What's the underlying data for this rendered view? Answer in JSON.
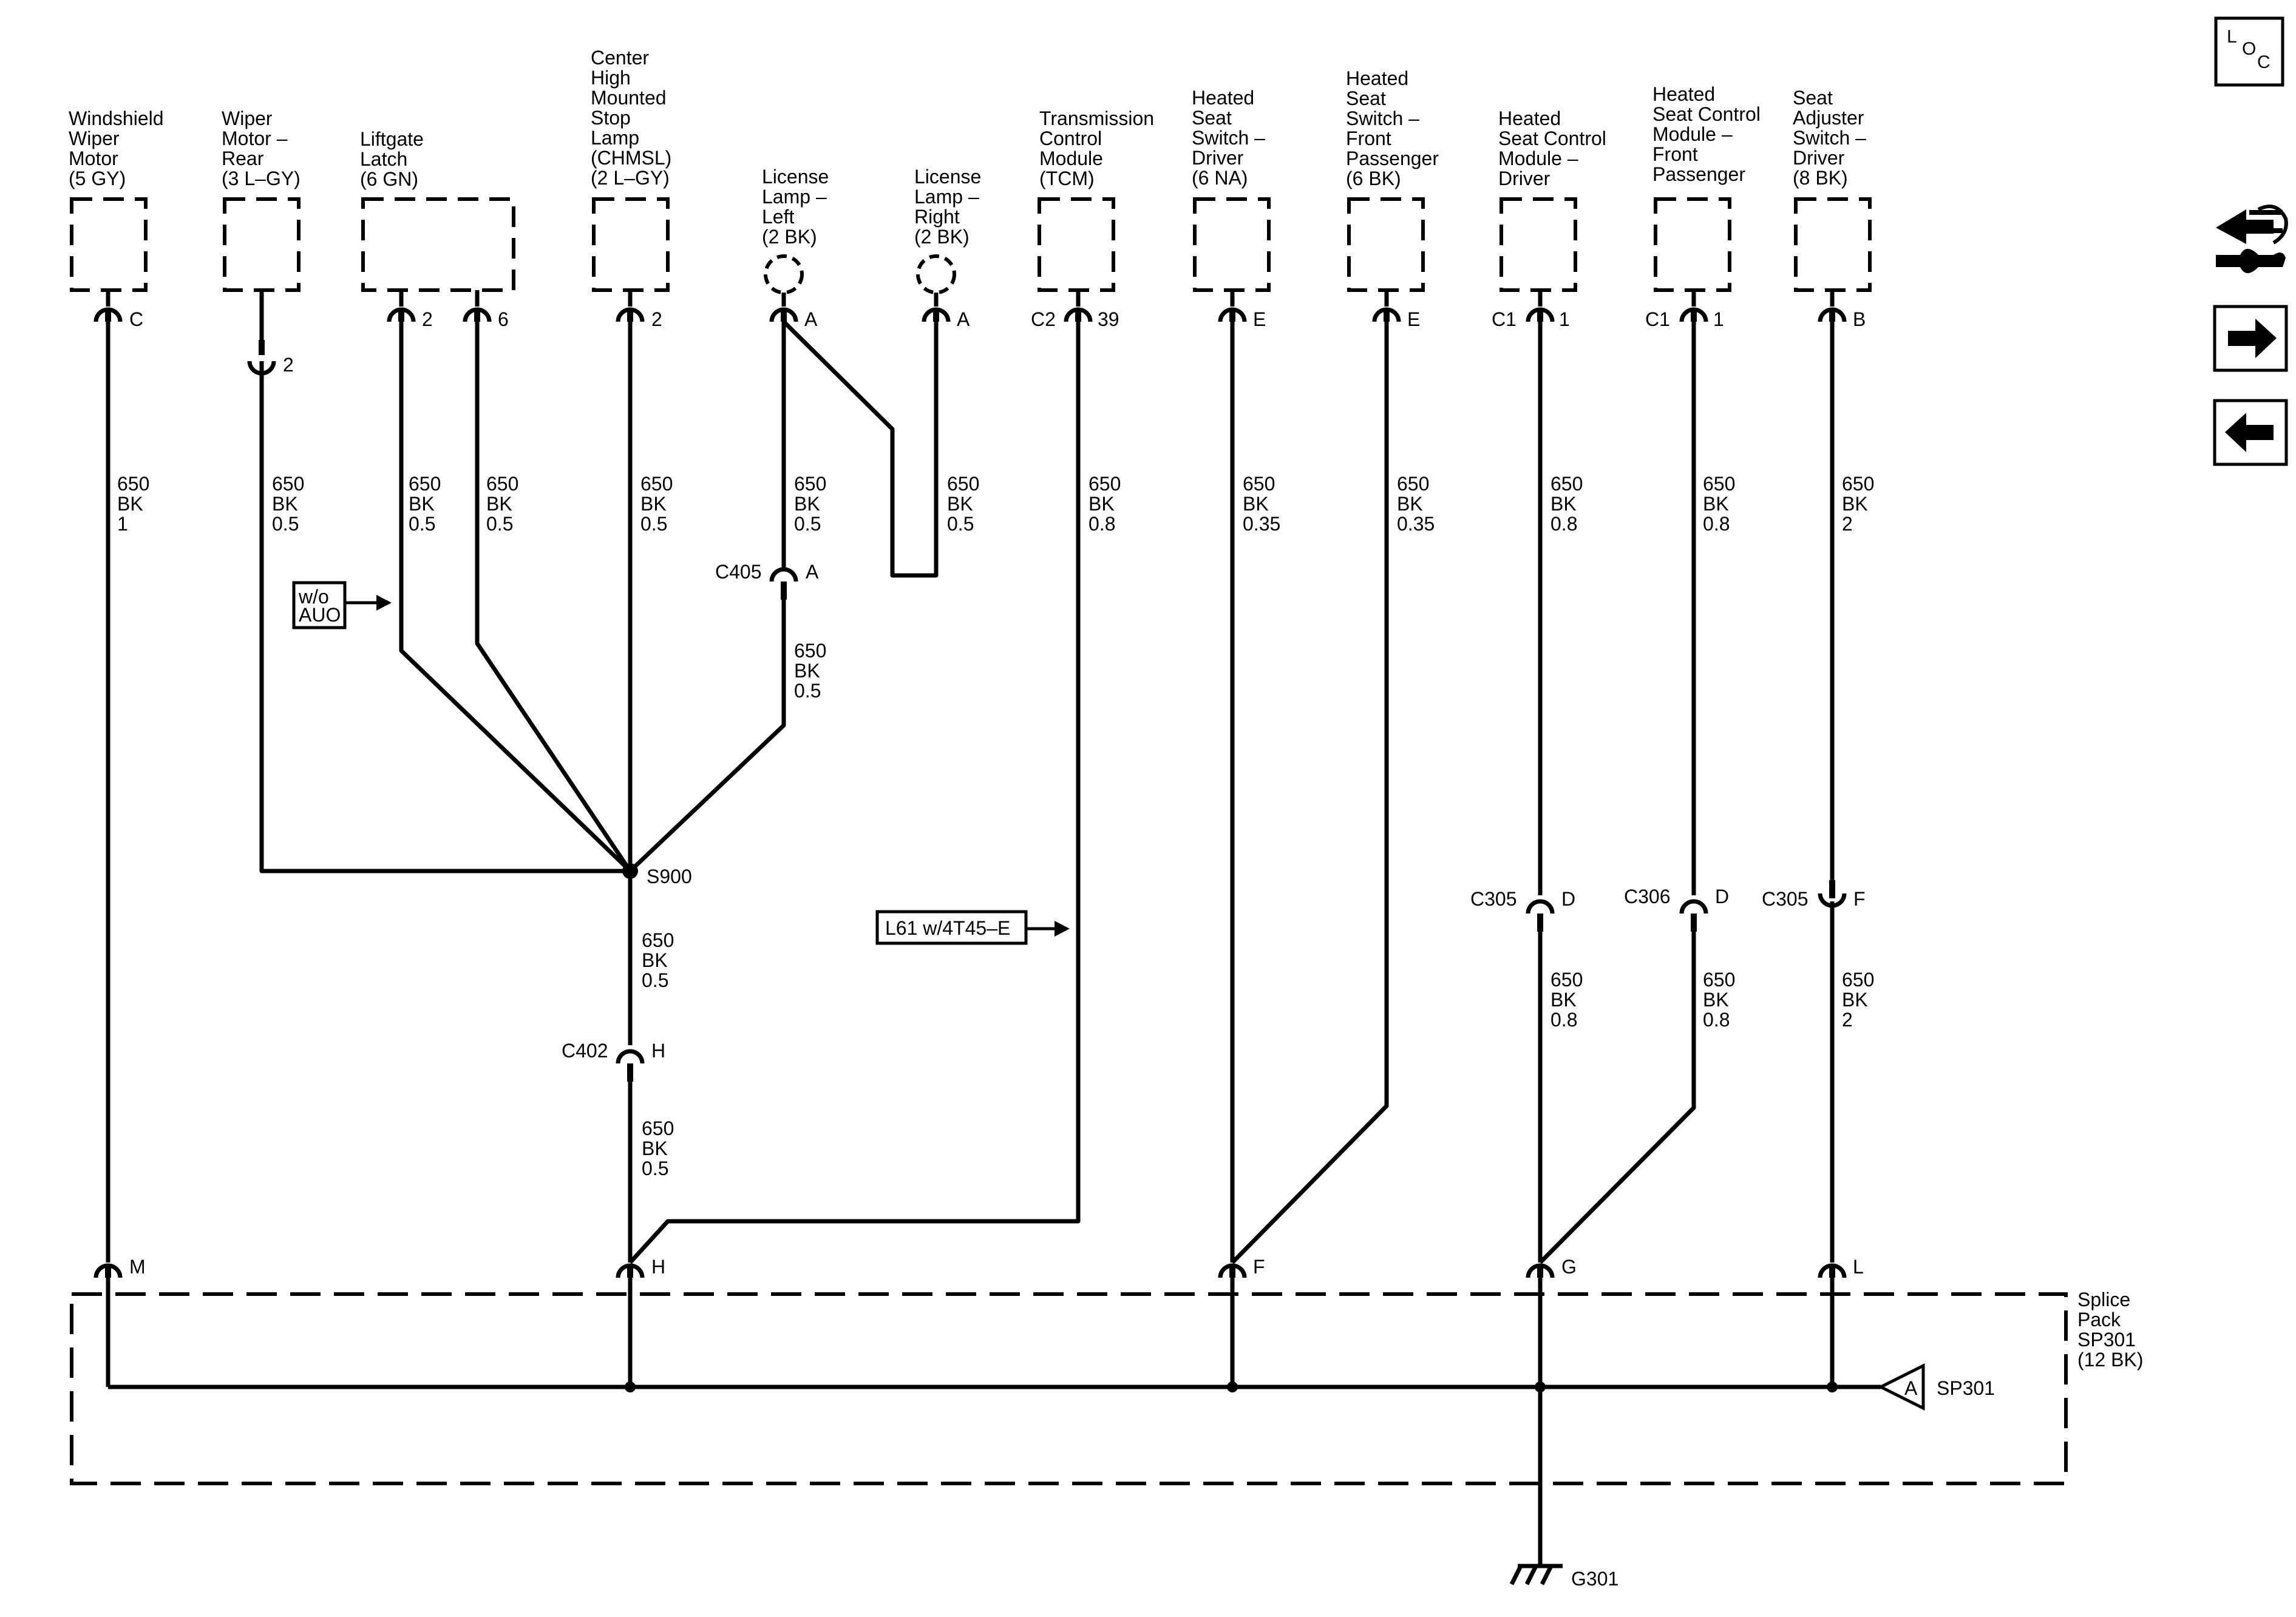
{
  "components": [
    {
      "id": "c0",
      "lines": [
        "Windshield",
        "Wiper",
        "Motor",
        "(5 GY)"
      ]
    },
    {
      "id": "c1",
      "lines": [
        "Wiper",
        "Motor –",
        "Rear",
        "(3 L–GY)"
      ]
    },
    {
      "id": "c2",
      "lines": [
        "Liftgate",
        "Latch",
        "(6 GN)"
      ]
    },
    {
      "id": "c3",
      "lines": [
        "Center",
        "High",
        "Mounted",
        "Stop",
        "Lamp",
        "(CHMSL)",
        "(2 L–GY)"
      ]
    },
    {
      "id": "c4",
      "lines": [
        "License",
        "Lamp –",
        "Left",
        "(2 BK)"
      ]
    },
    {
      "id": "c5",
      "lines": [
        "License",
        "Lamp –",
        "Right",
        "(2 BK)"
      ]
    },
    {
      "id": "c6",
      "lines": [
        "Transmission",
        "Control",
        "Module",
        "(TCM)"
      ]
    },
    {
      "id": "c7",
      "lines": [
        "Heated",
        "Seat",
        "Switch –",
        "Driver",
        "(6 NA)"
      ]
    },
    {
      "id": "c8",
      "lines": [
        "Heated",
        "Seat",
        "Switch –",
        "Front",
        "Passenger",
        "(6 BK)"
      ]
    },
    {
      "id": "c9",
      "lines": [
        "Heated",
        "Seat Control",
        "Module –",
        "Driver"
      ]
    },
    {
      "id": "c10",
      "lines": [
        "Heated",
        "Seat Control",
        "Module –",
        "Front",
        "Passenger"
      ]
    },
    {
      "id": "c11",
      "lines": [
        "Seat",
        "Adjuster",
        "Switch –",
        "Driver",
        "(8 BK)"
      ]
    }
  ],
  "pins": [
    {
      "id": "p0",
      "text": "C"
    },
    {
      "id": "p1",
      "text": "2"
    },
    {
      "id": "p2",
      "text": "2"
    },
    {
      "id": "p3",
      "text": "6"
    },
    {
      "id": "p4",
      "text": "2"
    },
    {
      "id": "p5",
      "text": "A"
    },
    {
      "id": "p6",
      "text": "A"
    },
    {
      "id": "p7",
      "text": "C2"
    },
    {
      "id": "p8",
      "text": "39"
    },
    {
      "id": "p9",
      "text": "E"
    },
    {
      "id": "p10",
      "text": "E"
    },
    {
      "id": "p11",
      "text": "C1"
    },
    {
      "id": "p12",
      "text": "1"
    },
    {
      "id": "p13",
      "text": "C1"
    },
    {
      "id": "p14",
      "text": "1"
    },
    {
      "id": "p15",
      "text": "B"
    }
  ],
  "wires": [
    {
      "id": "w0",
      "lines": [
        "650",
        "BK",
        "1"
      ]
    },
    {
      "id": "w1",
      "lines": [
        "650",
        "BK",
        "0.5"
      ]
    },
    {
      "id": "w2",
      "lines": [
        "650",
        "BK",
        "0.5"
      ]
    },
    {
      "id": "w3",
      "lines": [
        "650",
        "BK",
        "0.5"
      ]
    },
    {
      "id": "w4",
      "lines": [
        "650",
        "BK",
        "0.5"
      ]
    },
    {
      "id": "w5",
      "lines": [
        "650",
        "BK",
        "0.5"
      ]
    },
    {
      "id": "w6",
      "lines": [
        "650",
        "BK",
        "0.5"
      ]
    },
    {
      "id": "w7",
      "lines": [
        "650",
        "BK",
        "0.8"
      ]
    },
    {
      "id": "w8",
      "lines": [
        "650",
        "BK",
        "0.35"
      ]
    },
    {
      "id": "w9",
      "lines": [
        "650",
        "BK",
        "0.35"
      ]
    },
    {
      "id": "w10",
      "lines": [
        "650",
        "BK",
        "0.8"
      ]
    },
    {
      "id": "w11",
      "lines": [
        "650",
        "BK",
        "0.8"
      ]
    },
    {
      "id": "w12",
      "lines": [
        "650",
        "BK",
        "2"
      ]
    },
    {
      "id": "w13",
      "lines": [
        "650",
        "BK",
        "0.5"
      ]
    },
    {
      "id": "w14",
      "lines": [
        "650",
        "BK",
        "0.5"
      ]
    },
    {
      "id": "w15",
      "lines": [
        "650",
        "BK",
        "0.5"
      ]
    },
    {
      "id": "w16",
      "lines": [
        "650",
        "BK",
        "0.8"
      ]
    },
    {
      "id": "w17",
      "lines": [
        "650",
        "BK",
        "0.8"
      ]
    },
    {
      "id": "w18",
      "lines": [
        "650",
        "BK",
        "2"
      ]
    }
  ],
  "connectors": [
    {
      "id": "k0",
      "name": "C405",
      "pin": "A"
    },
    {
      "id": "k1",
      "name": "C402",
      "pin": "H"
    },
    {
      "id": "k2",
      "name": "C305",
      "pin": "D"
    },
    {
      "id": "k3",
      "name": "C306",
      "pin": "D"
    },
    {
      "id": "k4",
      "name": "C305",
      "pin": "F"
    }
  ],
  "splice": {
    "label": "S900"
  },
  "options": [
    {
      "id": "o0",
      "lines": [
        "w/o",
        "AUO"
      ]
    },
    {
      "id": "o1",
      "lines": [
        "L61 w/4T45–E"
      ]
    }
  ],
  "splice_pack": {
    "lines": [
      "Splice",
      "Pack",
      "SP301",
      "(12 BK)"
    ],
    "pins": [
      {
        "id": "s0",
        "text": "M"
      },
      {
        "id": "s1",
        "text": "H"
      },
      {
        "id": "s2",
        "text": "F"
      },
      {
        "id": "s3",
        "text": "G"
      },
      {
        "id": "s4",
        "text": "L"
      }
    ],
    "tag_letter": "A",
    "tag_label": "SP301"
  },
  "ground": {
    "label": "G301"
  },
  "nav": {
    "loc": [
      "L",
      "O",
      "C"
    ]
  }
}
